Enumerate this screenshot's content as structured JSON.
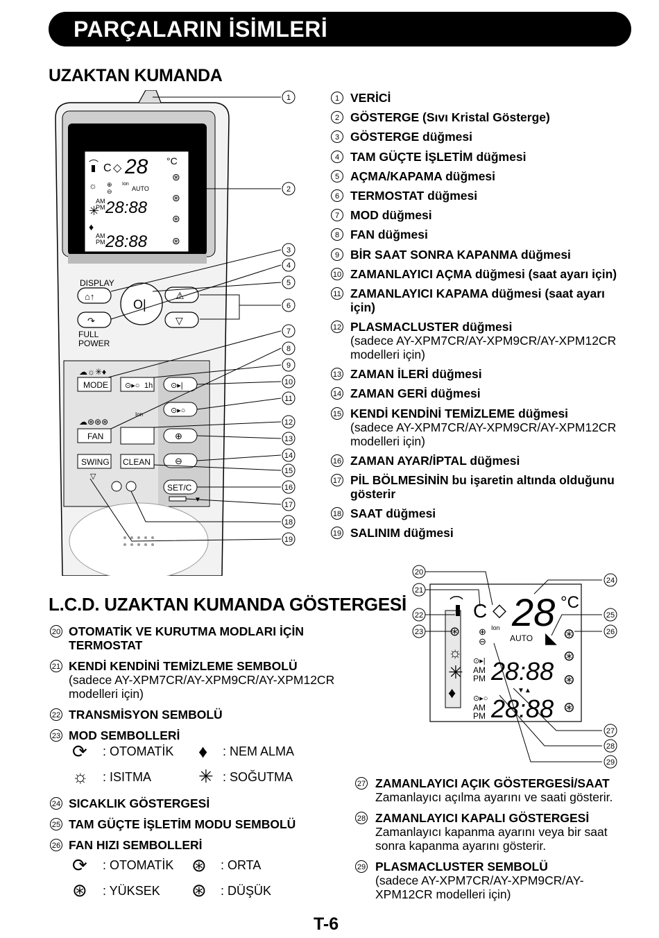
{
  "banner_title": "PARÇALARIN İSİMLERİ",
  "section1_title": "UZAKTAN KUMANDA",
  "section2_title": "L.C.D. UZAKTAN KUMANDA GÖSTERGESİ",
  "page_number": "T-6",
  "remote_labels": {
    "display": "DISPLAY",
    "full": "FULL",
    "power": "POWER",
    "mode": "MODE",
    "fan": "FAN",
    "swing": "SWING",
    "clean": "CLEAN",
    "setc": "SET/C",
    "timer_1h": "1h",
    "ion": "Ion",
    "auto": "AUTO",
    "am": "AM",
    "pm": "PM",
    "temp": "28",
    "clock": "28:88",
    "celsius": "°C"
  },
  "parts": [
    {
      "n": "1",
      "title": "VERİCİ",
      "sub": ""
    },
    {
      "n": "2",
      "title": "GÖSTERGE (Sıvı Kristal Gösterge)",
      "sub": ""
    },
    {
      "n": "3",
      "title": "GÖSTERGE düğmesi",
      "sub": ""
    },
    {
      "n": "4",
      "title": "TAM GÜÇTE İŞLETİM düğmesi",
      "sub": ""
    },
    {
      "n": "5",
      "title": "AÇMA/KAPAMA düğmesi",
      "sub": ""
    },
    {
      "n": "6",
      "title": "TERMOSTAT düğmesi",
      "sub": ""
    },
    {
      "n": "7",
      "title": "MOD düğmesi",
      "sub": ""
    },
    {
      "n": "8",
      "title": "FAN düğmesi",
      "sub": ""
    },
    {
      "n": "9",
      "title": "BİR SAAT SONRA KAPANMA düğmesi",
      "sub": ""
    },
    {
      "n": "10",
      "title": "ZAMANLAYICI AÇMA düğmesi (saat ayarı için)",
      "sub": ""
    },
    {
      "n": "11",
      "title": "ZAMANLAYICI KAPAMA düğmesi (saat ayarı için)",
      "sub": ""
    },
    {
      "n": "12",
      "title": "PLASMACLUSTER düğmesi",
      "sub": "(sadece AY-XPM7CR/AY-XPM9CR/AY-XPM12CR modelleri için)"
    },
    {
      "n": "13",
      "title": "ZAMAN İLERİ düğmesi",
      "sub": ""
    },
    {
      "n": "14",
      "title": "ZAMAN GERİ düğmesi",
      "sub": ""
    },
    {
      "n": "15",
      "title": "KENDİ KENDİNİ TEMİZLEME düğmesi",
      "sub": "(sadece AY-XPM7CR/AY-XPM9CR/AY-XPM12CR modelleri için)"
    },
    {
      "n": "16",
      "title": "ZAMAN AYAR/İPTAL düğmesi",
      "sub": ""
    },
    {
      "n": "17",
      "title": "PİL BÖLMESİNİN bu işaretin altında olduğunu gösterir",
      "sub": ""
    },
    {
      "n": "18",
      "title": "SAAT düğmesi",
      "sub": ""
    },
    {
      "n": "19",
      "title": "SALINIM düğmesi",
      "sub": ""
    }
  ],
  "lcd_items": [
    {
      "n": "20",
      "title": "OTOMATİK VE KURUTMA MODLARI İÇİN TERMOSTAT",
      "sub": ""
    },
    {
      "n": "21",
      "title": "KENDİ KENDİNİ TEMİZLEME SEMBOLÜ",
      "sub": "(sadece AY-XPM7CR/AY-XPM9CR/AY-XPM12CR modelleri için)"
    },
    {
      "n": "22",
      "title": "TRANSMİSYON SEMBOLÜ",
      "sub": ""
    },
    {
      "n": "23",
      "title": "MOD SEMBOLLERİ",
      "sub": ""
    }
  ],
  "lcd_items2": [
    {
      "n": "24",
      "title": "SICAKLIK GÖSTERGESİ",
      "sub": ""
    },
    {
      "n": "25",
      "title": "TAM GÜÇTE İŞLETİM MODU SEMBOLÜ",
      "sub": ""
    },
    {
      "n": "26",
      "title": "FAN HIZI SEMBOLLERİ",
      "sub": ""
    }
  ],
  "mode_symbols": {
    "auto": ": OTOMATİK",
    "dry": ": NEM ALMA",
    "heat": ": ISITMA",
    "cool": ": SOĞUTMA"
  },
  "fan_symbols": {
    "auto": ": OTOMATİK",
    "mid": ": ORTA",
    "high": ": YÜKSEK",
    "low": ": DÜŞÜK"
  },
  "lcd_items3": [
    {
      "n": "27",
      "title": "ZAMANLAYICI AÇIK GÖSTERGESİ/SAAT",
      "sub": "Zamanlayıcı açılma ayarını ve saati gösterir."
    },
    {
      "n": "28",
      "title": "ZAMANLAYICI KAPALI GÖSTERGESİ",
      "sub": "Zamanlayıcı kapanma ayarını veya bir saat sonra kapanma ayarını gösterir."
    },
    {
      "n": "29",
      "title": "PLASMACLUSTER SEMBOLÜ",
      "sub": "(sadece AY-XPM7CR/AY-XPM9CR/AY-XPM12CR modelleri için)"
    }
  ]
}
